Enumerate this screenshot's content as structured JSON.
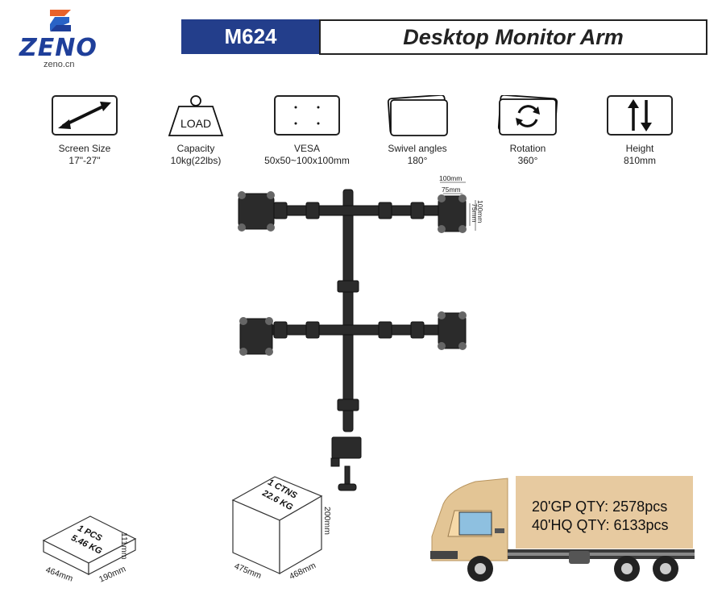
{
  "brand": {
    "name": "ZENO",
    "url": "zeno.cn"
  },
  "header": {
    "model": "M624",
    "title": "Desktop Monitor Arm"
  },
  "specs": [
    {
      "icon": "double-arrow-icon",
      "label": "Screen Size",
      "value": "17\"-27\""
    },
    {
      "icon": "weight-load-icon",
      "label": "Capacity",
      "value": "10kg(22lbs)",
      "icon_text": "LOAD"
    },
    {
      "icon": "vesa-holes-icon",
      "label": "VESA",
      "value": "50x50~100x100mm"
    },
    {
      "icon": "swivel-icon",
      "label": "Swivel angles",
      "value": "180°"
    },
    {
      "icon": "rotation-icon",
      "label": "Rotation",
      "value": "360°"
    },
    {
      "icon": "height-arrows-icon",
      "label": "Height",
      "value": "810mm"
    }
  ],
  "vesa_dims": {
    "outer_w": "100mm",
    "inner_w": "75mm",
    "outer_h": "100mm",
    "inner_h": "75mm"
  },
  "inner_box": {
    "pcs": "1 PCS",
    "weight": "5.46 KG",
    "length": "464mm",
    "width": "190mm",
    "height": "111mm"
  },
  "carton": {
    "ctns": "1 CTNS",
    "weight": "22.6 KG",
    "length": "475mm",
    "width": "468mm",
    "height": "200mm"
  },
  "shipping": {
    "gp20": "20'GP QTY:  2578pcs",
    "hq40": "40'HQ QTY:  6133pcs"
  }
}
